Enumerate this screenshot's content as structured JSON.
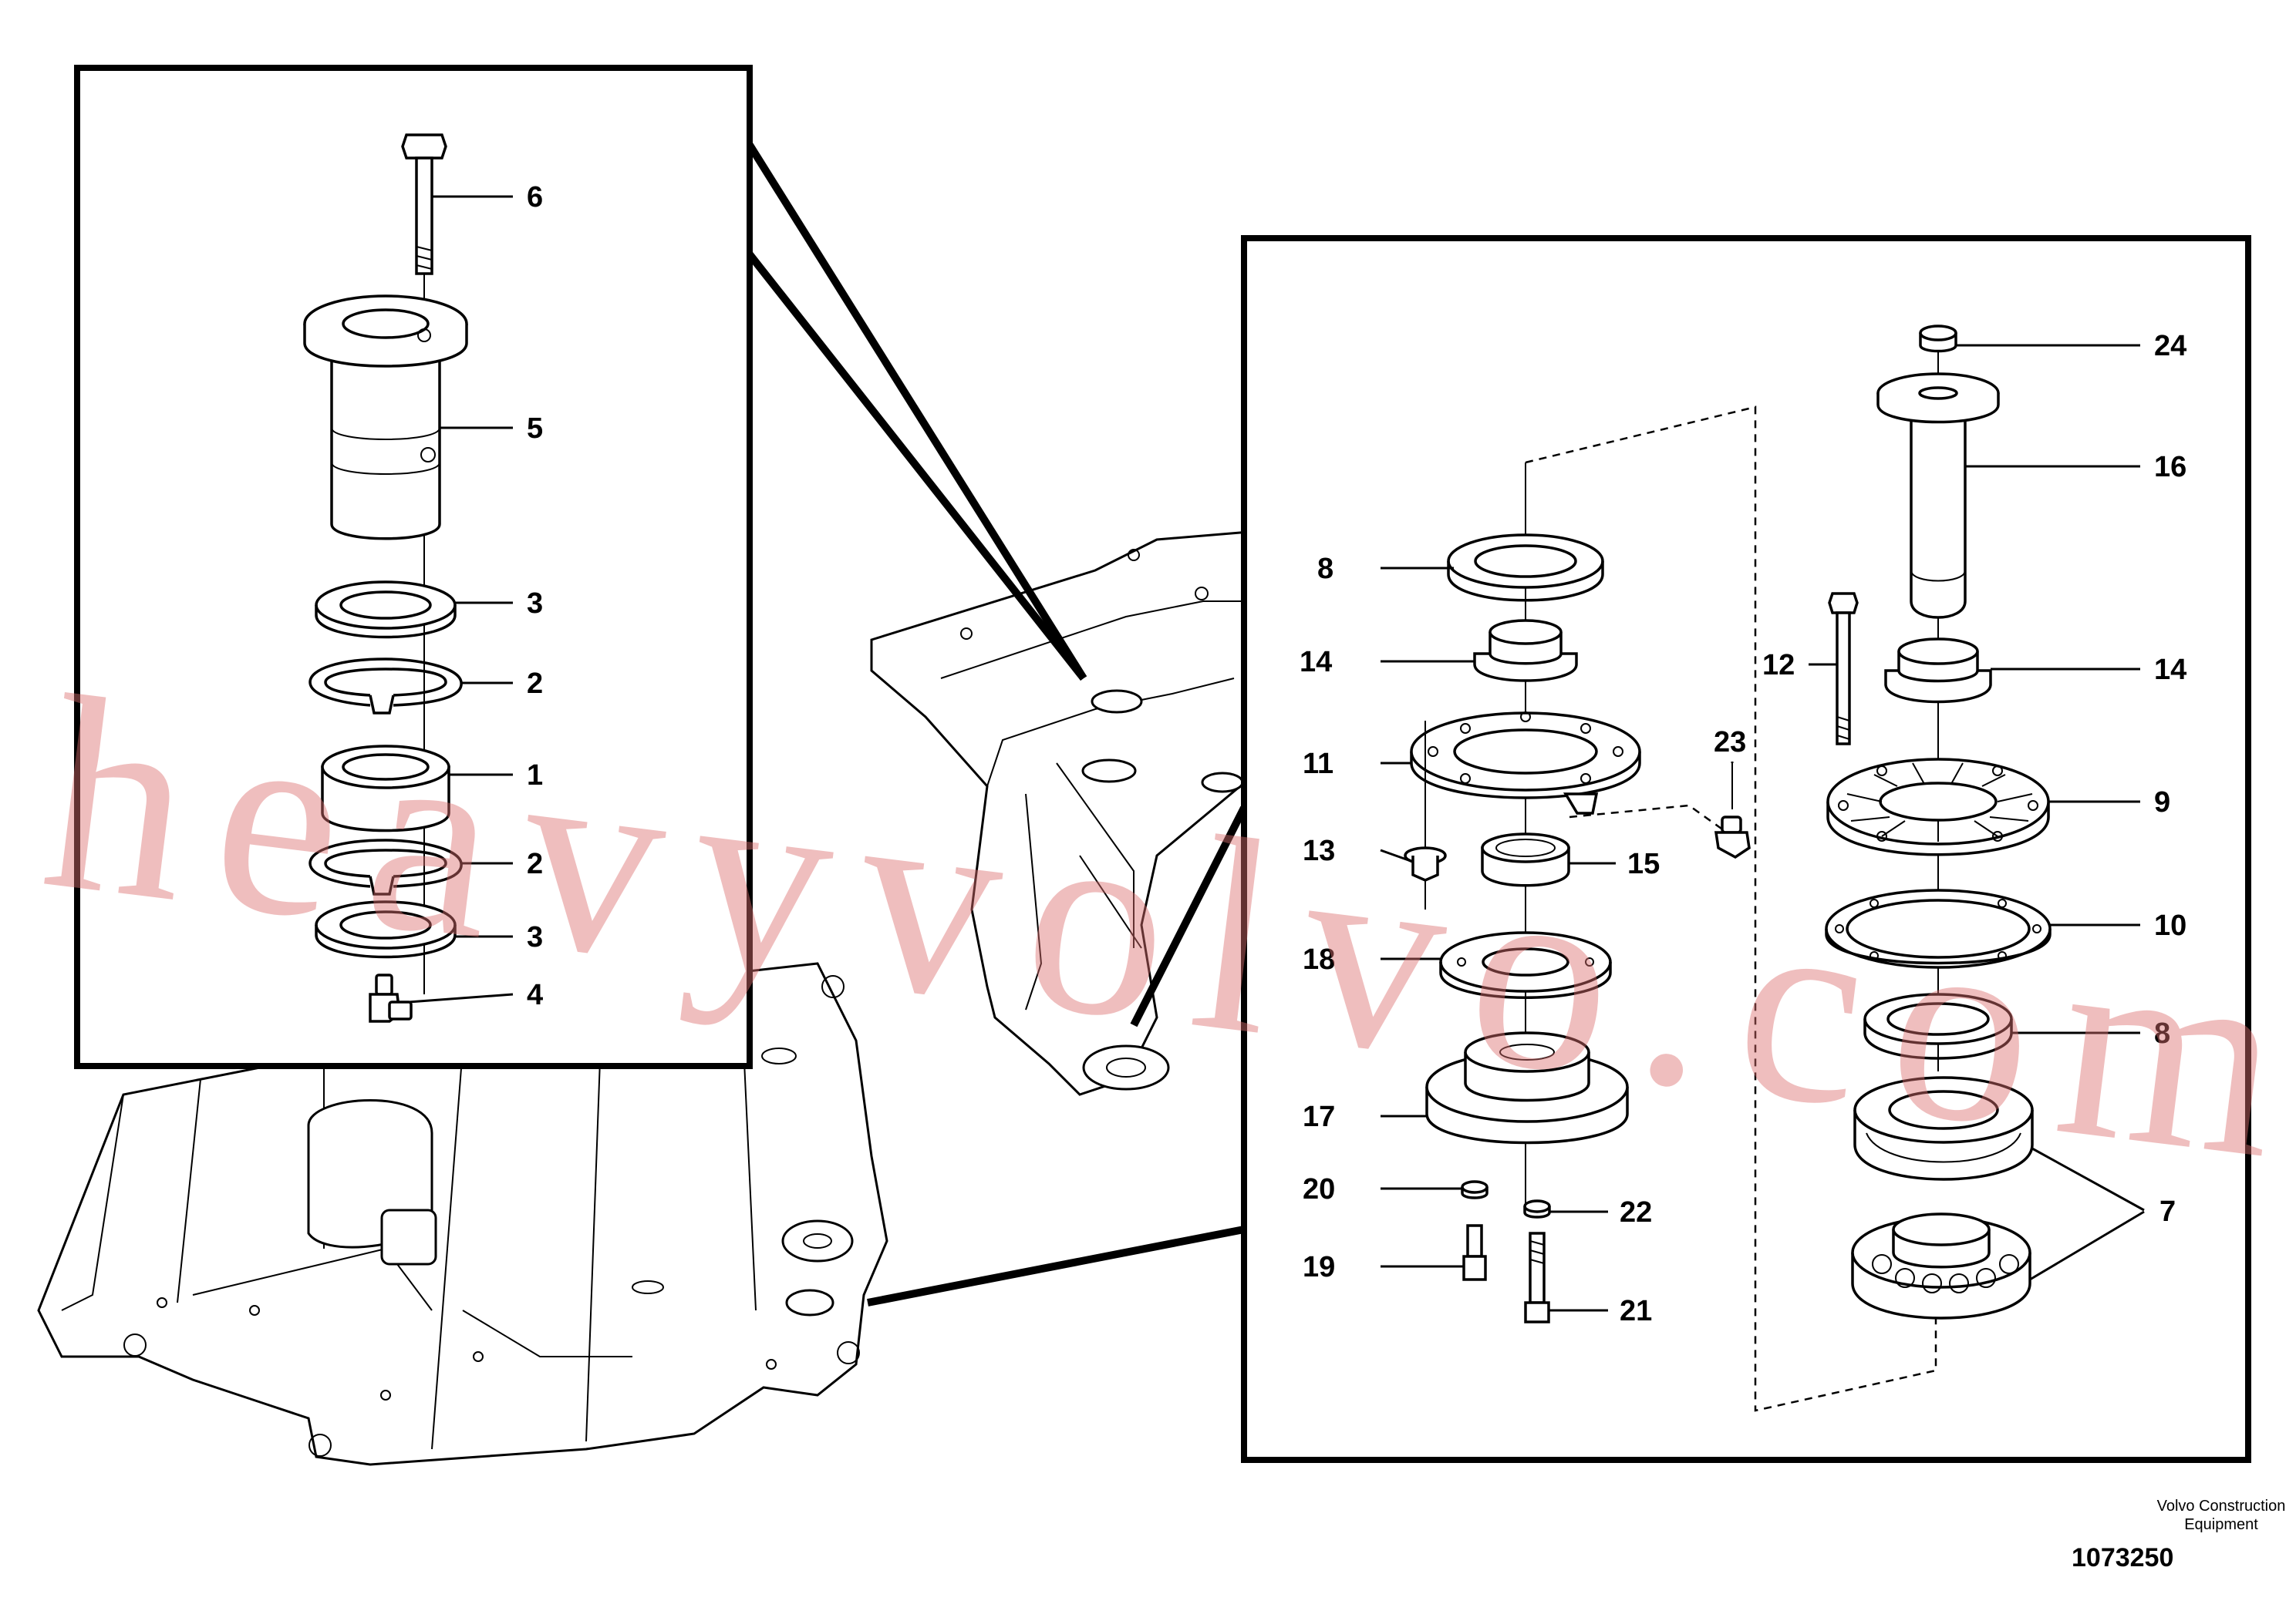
{
  "footer": {
    "brand_line1": "Volvo Construction",
    "brand_line2": "Equipment",
    "drawing_number": "1073250"
  },
  "watermark": {
    "text": "heavyvolvo.com",
    "color": "#dc6e6e"
  },
  "callouts": {
    "left_detail": [
      "6",
      "5",
      "3",
      "2",
      "1",
      "2",
      "3",
      "4"
    ],
    "right_detail": [
      "24",
      "16",
      "8",
      "14",
      "12",
      "14",
      "11",
      "23",
      "9",
      "13",
      "15",
      "10",
      "18",
      "8",
      "17",
      "7",
      "20",
      "22",
      "19",
      "21"
    ]
  }
}
